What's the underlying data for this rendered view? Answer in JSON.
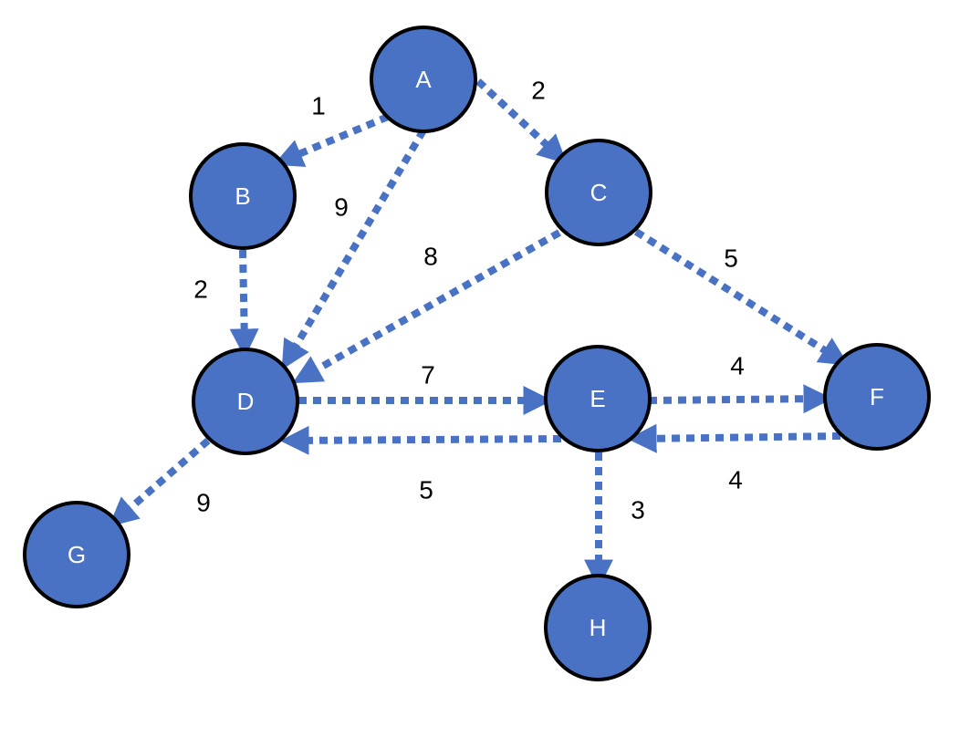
{
  "colors": {
    "node_fill": "#4a72c4",
    "node_stroke": "#000000",
    "edge": "#4a72c4",
    "label_text": "#ffffff",
    "weight_text": "#000000"
  },
  "nodes": [
    {
      "id": "A",
      "label": "A"
    },
    {
      "id": "B",
      "label": "B"
    },
    {
      "id": "C",
      "label": "C"
    },
    {
      "id": "D",
      "label": "D"
    },
    {
      "id": "E",
      "label": "E"
    },
    {
      "id": "F",
      "label": "F"
    },
    {
      "id": "G",
      "label": "G"
    },
    {
      "id": "H",
      "label": "H"
    }
  ],
  "edges": [
    {
      "from": "A",
      "to": "B",
      "weight": "1"
    },
    {
      "from": "A",
      "to": "C",
      "weight": "2"
    },
    {
      "from": "A",
      "to": "D",
      "weight": "9"
    },
    {
      "from": "B",
      "to": "D",
      "weight": "2"
    },
    {
      "from": "C",
      "to": "D",
      "weight": "8"
    },
    {
      "from": "C",
      "to": "F",
      "weight": "5"
    },
    {
      "from": "D",
      "to": "E",
      "weight": "7"
    },
    {
      "from": "E",
      "to": "D",
      "weight": "5"
    },
    {
      "from": "E",
      "to": "F",
      "weight": "4"
    },
    {
      "from": "F",
      "to": "E",
      "weight": "4"
    },
    {
      "from": "D",
      "to": "G",
      "weight": "9"
    },
    {
      "from": "E",
      "to": "H",
      "weight": "3"
    }
  ]
}
